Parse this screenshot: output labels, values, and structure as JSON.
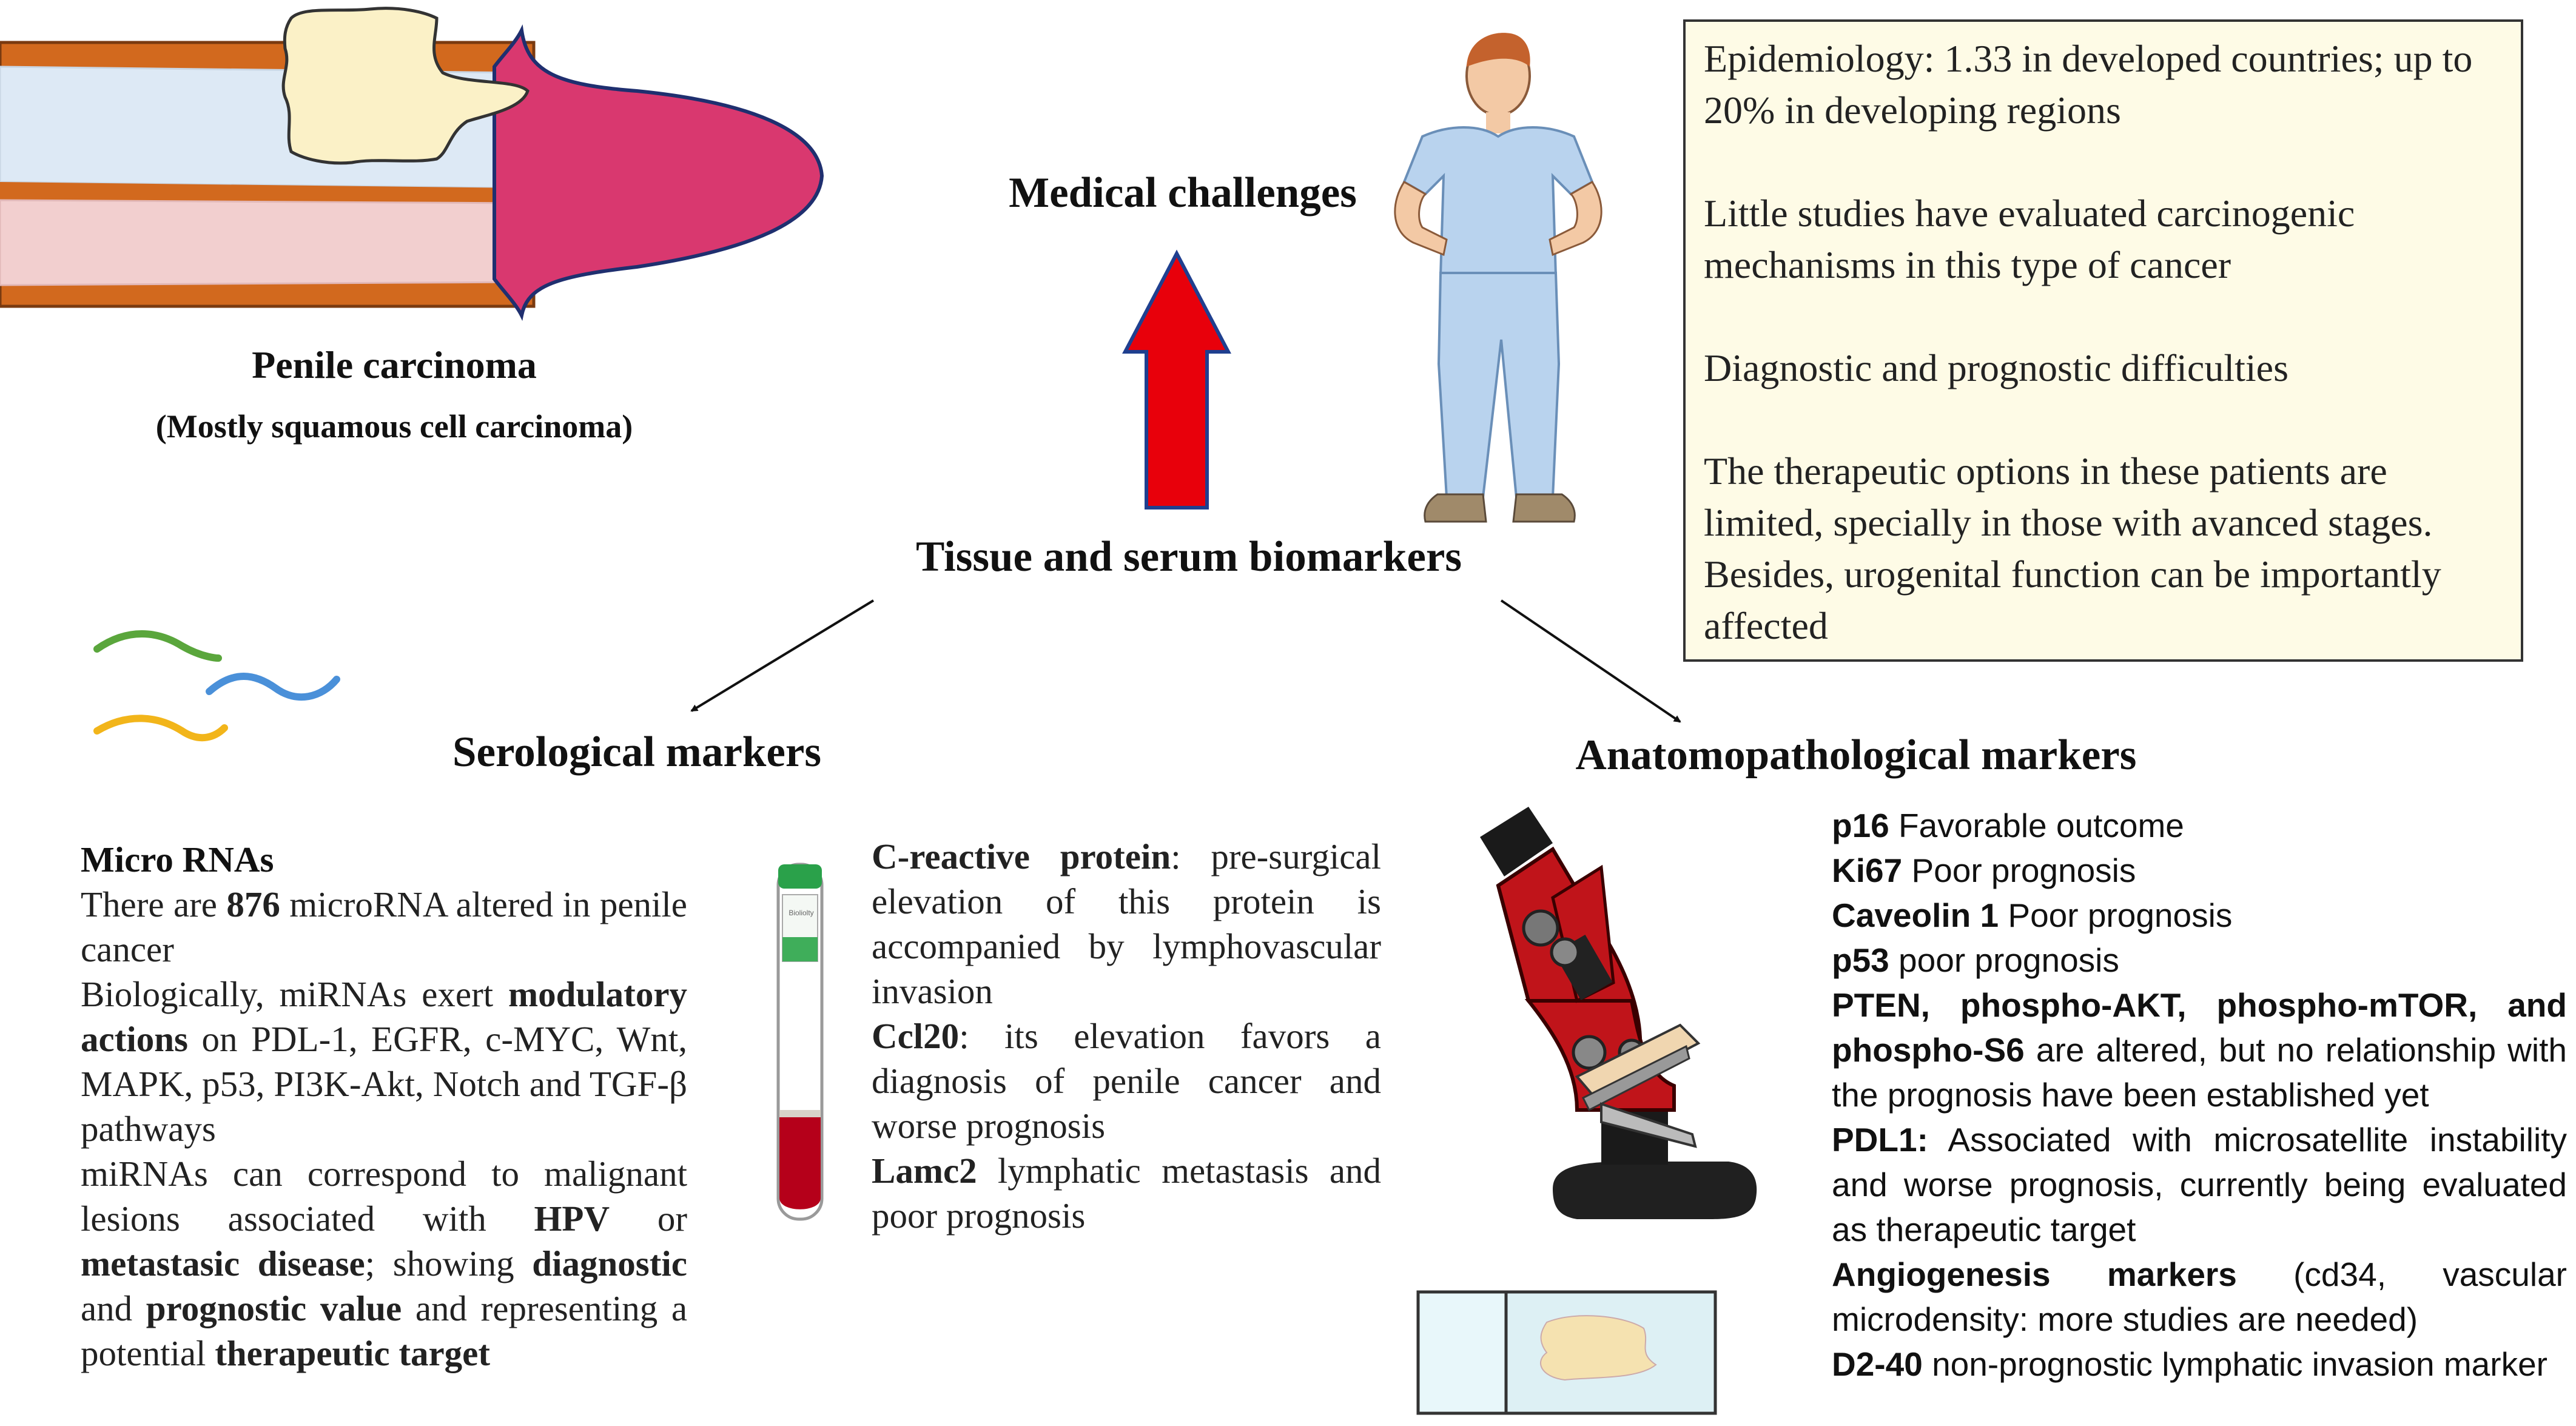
{
  "titles": {
    "penile_carcinoma": "Penile carcinoma",
    "penile_subtitle": "(Mostly squamous cell carcinoma)",
    "medical_challenges": "Medical challenges",
    "tissue_serum": "Tissue and serum biomarkers",
    "serological": "Serological markers",
    "anatomopathological": "Anatomopathological markers"
  },
  "epidemiology_box": {
    "p1": "Epidemiology: 1.33 in developed countries; up to 20% in developing regions",
    "p2": "Little studies have evaluated carcinogenic mechanisms in this type of cancer",
    "p3": "Diagnostic and prognostic difficulties",
    "p4": "The therapeutic options in these patients are limited, specially in those with avanced stages. Besides, urogenital function can be importantly affected"
  },
  "micro_rnas": {
    "heading": "Micro RNAs",
    "s1_a": "There are ",
    "s1_b": "876",
    "s1_c": " microRNA altered in penile cancer",
    "s2_a": "Biologically, miRNAs exert ",
    "s2_b": "modulatory actions",
    "s2_c": " on PDL-1, EGFR, c-MYC, Wnt, MAPK, p53, PI3K-Akt, Notch and TGF-β pathways",
    "s3_a": "miRNAs can correspond to malignant lesions associated with ",
    "s3_b": "HPV",
    "s3_c": " or ",
    "s3_d": "metastasic disease",
    "s3_e": "; showing ",
    "s3_f": "diagnostic",
    "s3_g": " and ",
    "s3_h": "prognostic value",
    "s3_i": " and representing a potential ",
    "s3_j": "therapeutic target"
  },
  "serum_proteins": {
    "crp_name": "C-reactive protein",
    "crp_text": ": pre-surgical elevation of this protein is accompanied by lymphovascular invasion",
    "ccl20_name": "Ccl20",
    "ccl20_text": ": its elevation favors a diagnosis of penile cancer and worse prognosis",
    "lamc2_name": "Lamc2",
    "lamc2_text": " lymphatic metastasis and poor prognosis"
  },
  "tube_label": "Bioliolty",
  "anatomo_markers": [
    {
      "name": "p16",
      "text": " Favorable outcome"
    },
    {
      "name": "Ki67",
      "text": " Poor prognosis"
    },
    {
      "name": "Caveolin 1",
      "text": " Poor prognosis"
    },
    {
      "name": "p53",
      "text": " poor prognosis"
    },
    {
      "name": "PTEN, phospho-AKT, phospho-mTOR, and phospho-S6",
      "text": " are altered, but no relationship with the prognosis have been established yet"
    },
    {
      "name": "PDL1:",
      "text": " Associated with microsatellite instability and worse prognosis, currently being evaluated as therapeutic target"
    },
    {
      "name": "Angiogenesis markers",
      "text": " (cd34, vascular microdensity: more studies are needed)"
    },
    {
      "name": "D2-40",
      "text": " non-prognostic lymphatic invasion marker"
    }
  ],
  "colors": {
    "arrow_red": "#e8000b",
    "arrow_outline": "#1f3f8f",
    "glans_pink": "#d9386f",
    "shaft_orange": "#d2691e",
    "corpus_blue": "#dde9f5",
    "urethra_pink": "#f2cfcf",
    "tumor_cream": "#fbf1c7",
    "box_bg": "#fefbe6",
    "scrubs_blue": "#b9d3ee",
    "microscope_red": "#c0141a",
    "wave_green": "#5aa63c",
    "wave_blue": "#4a90d9",
    "wave_yellow": "#f2b51a"
  },
  "icons": [
    "penis-anatomy-illustration",
    "doctor-figure",
    "up-arrow",
    "rna-strands-icon",
    "blood-tube-icon",
    "microscope-icon",
    "glass-slide-icon"
  ]
}
